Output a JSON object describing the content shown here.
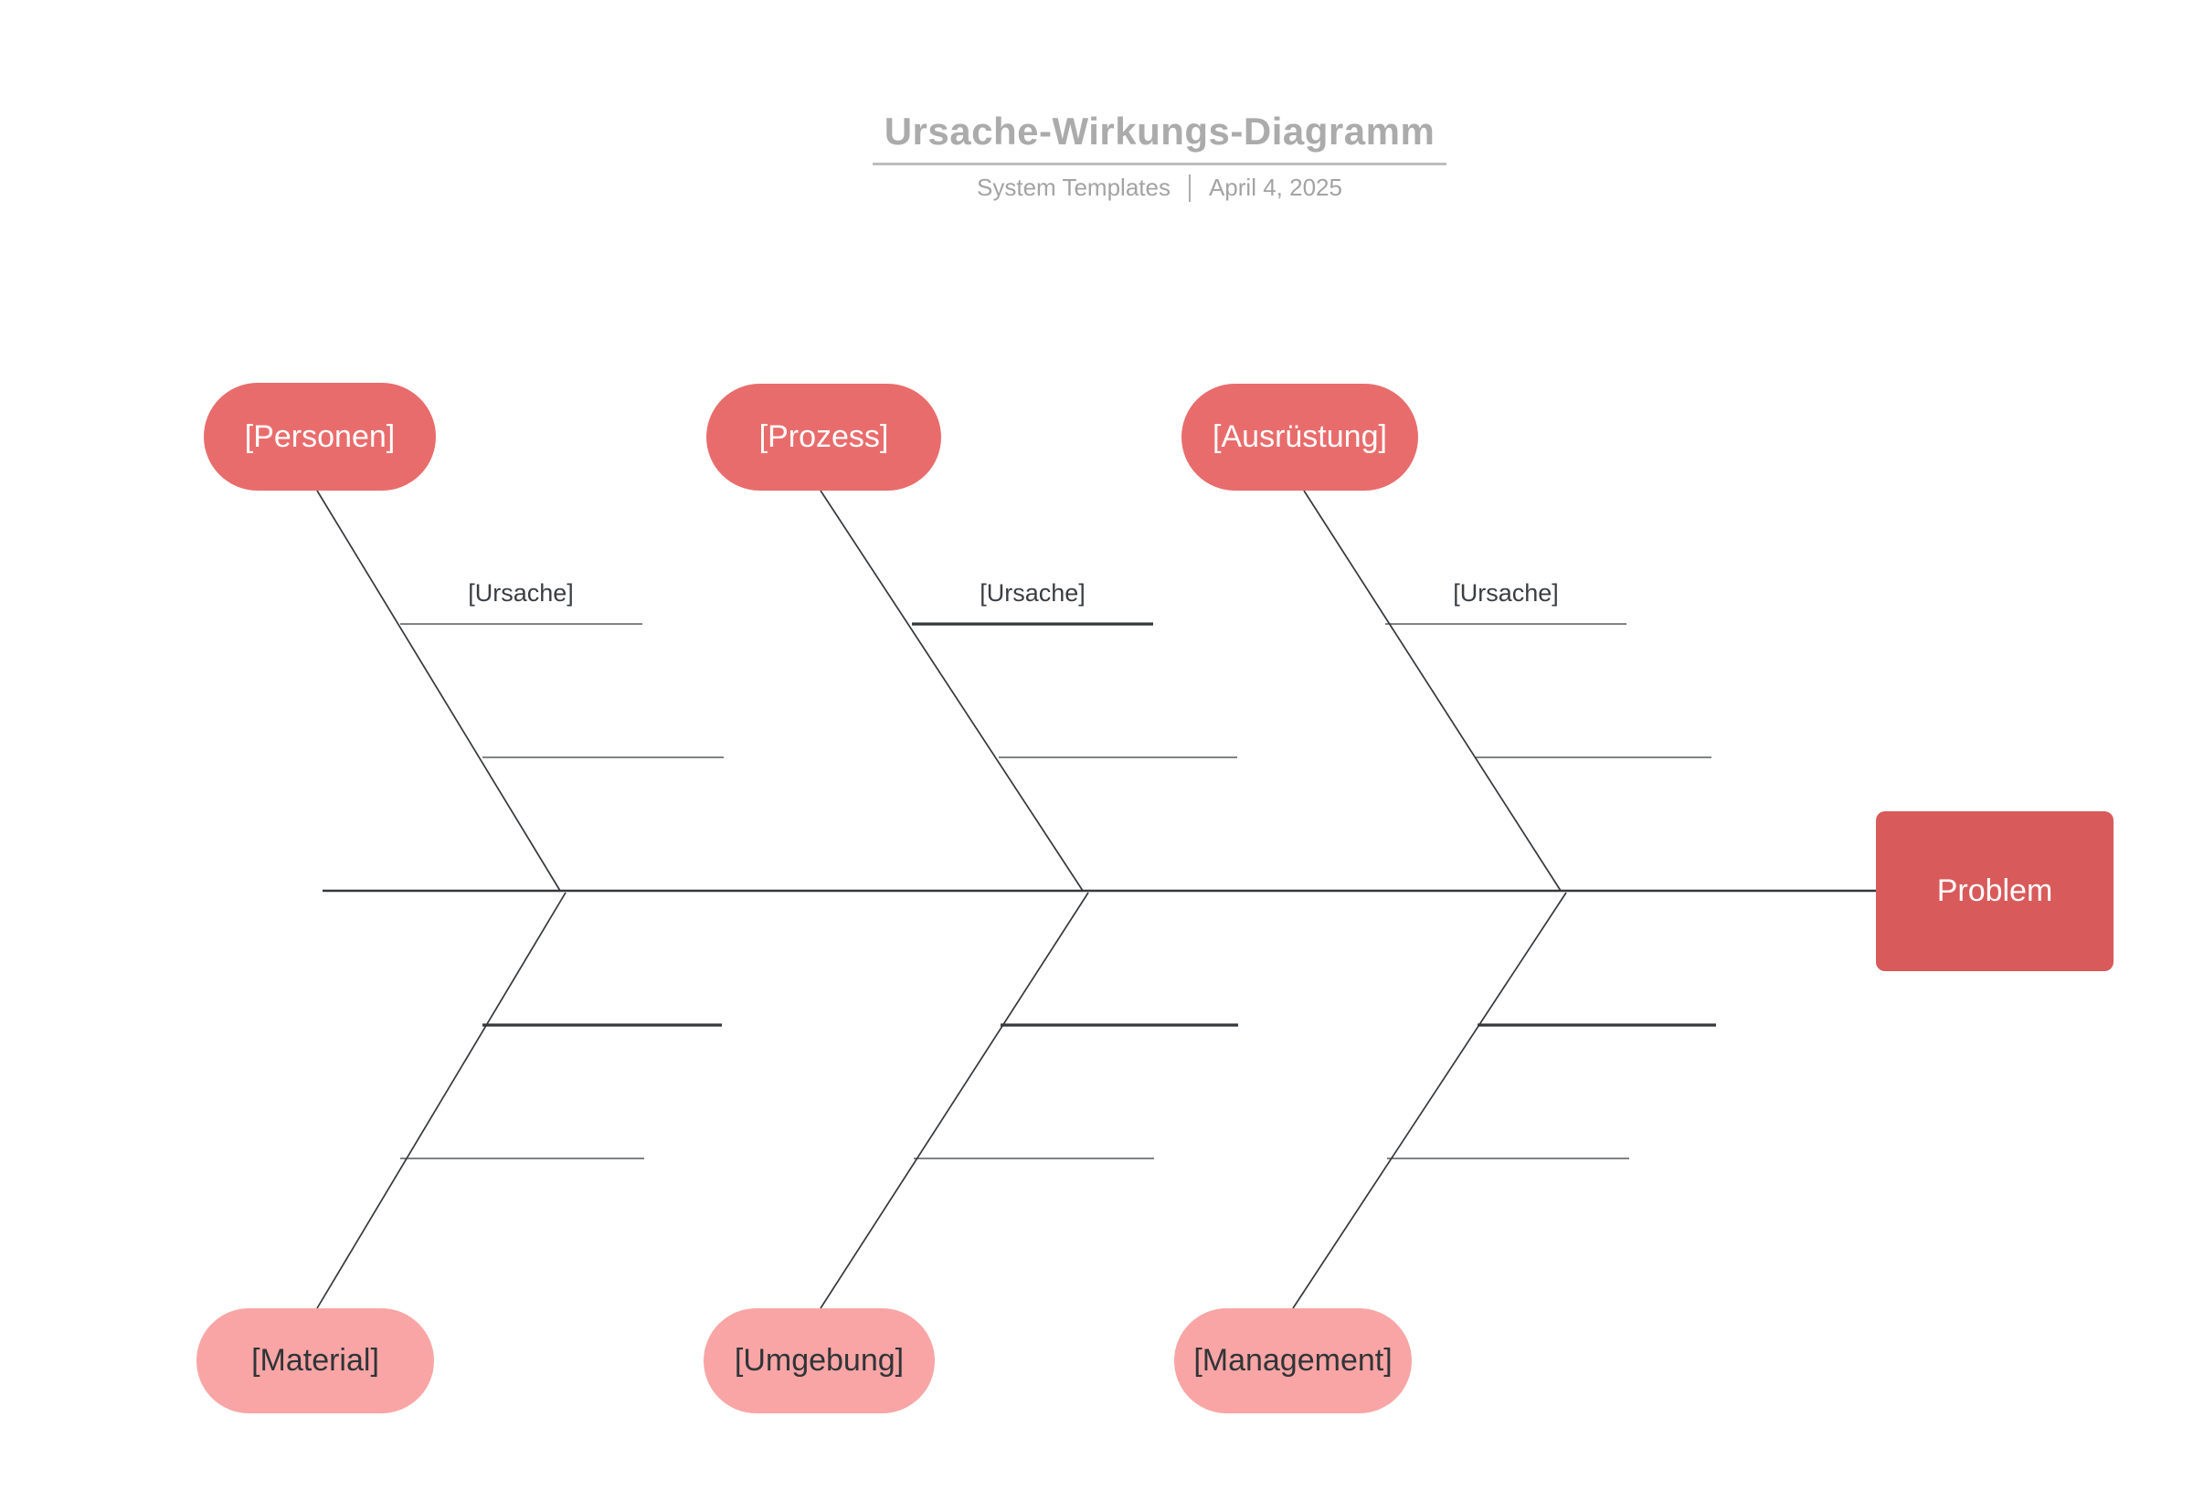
{
  "header": {
    "title": "Ursache-Wirkungs-Diagramm",
    "author": "System Templates",
    "date": "April 4, 2025"
  },
  "effect": {
    "label": "Problem"
  },
  "branches": {
    "top": [
      {
        "label": "[Personen]",
        "cause_label": "[Ursache]"
      },
      {
        "label": "[Prozess]",
        "cause_label": "[Ursache]"
      },
      {
        "label": "[Ausrüstung]",
        "cause_label": "[Ursache]"
      }
    ],
    "bottom": [
      {
        "label": "[Material]"
      },
      {
        "label": "[Umgebung]"
      },
      {
        "label": "[Management]"
      }
    ]
  },
  "colors": {
    "top_category_fill": "#E96C6C",
    "bottom_category_fill": "#F9A5A5",
    "effect_fill": "#D85A5A",
    "line": "#35383B",
    "title_gray": "#ABABAB",
    "subtitle_gray": "#A3A3A3",
    "underline_gray": "#BDBDBD"
  }
}
